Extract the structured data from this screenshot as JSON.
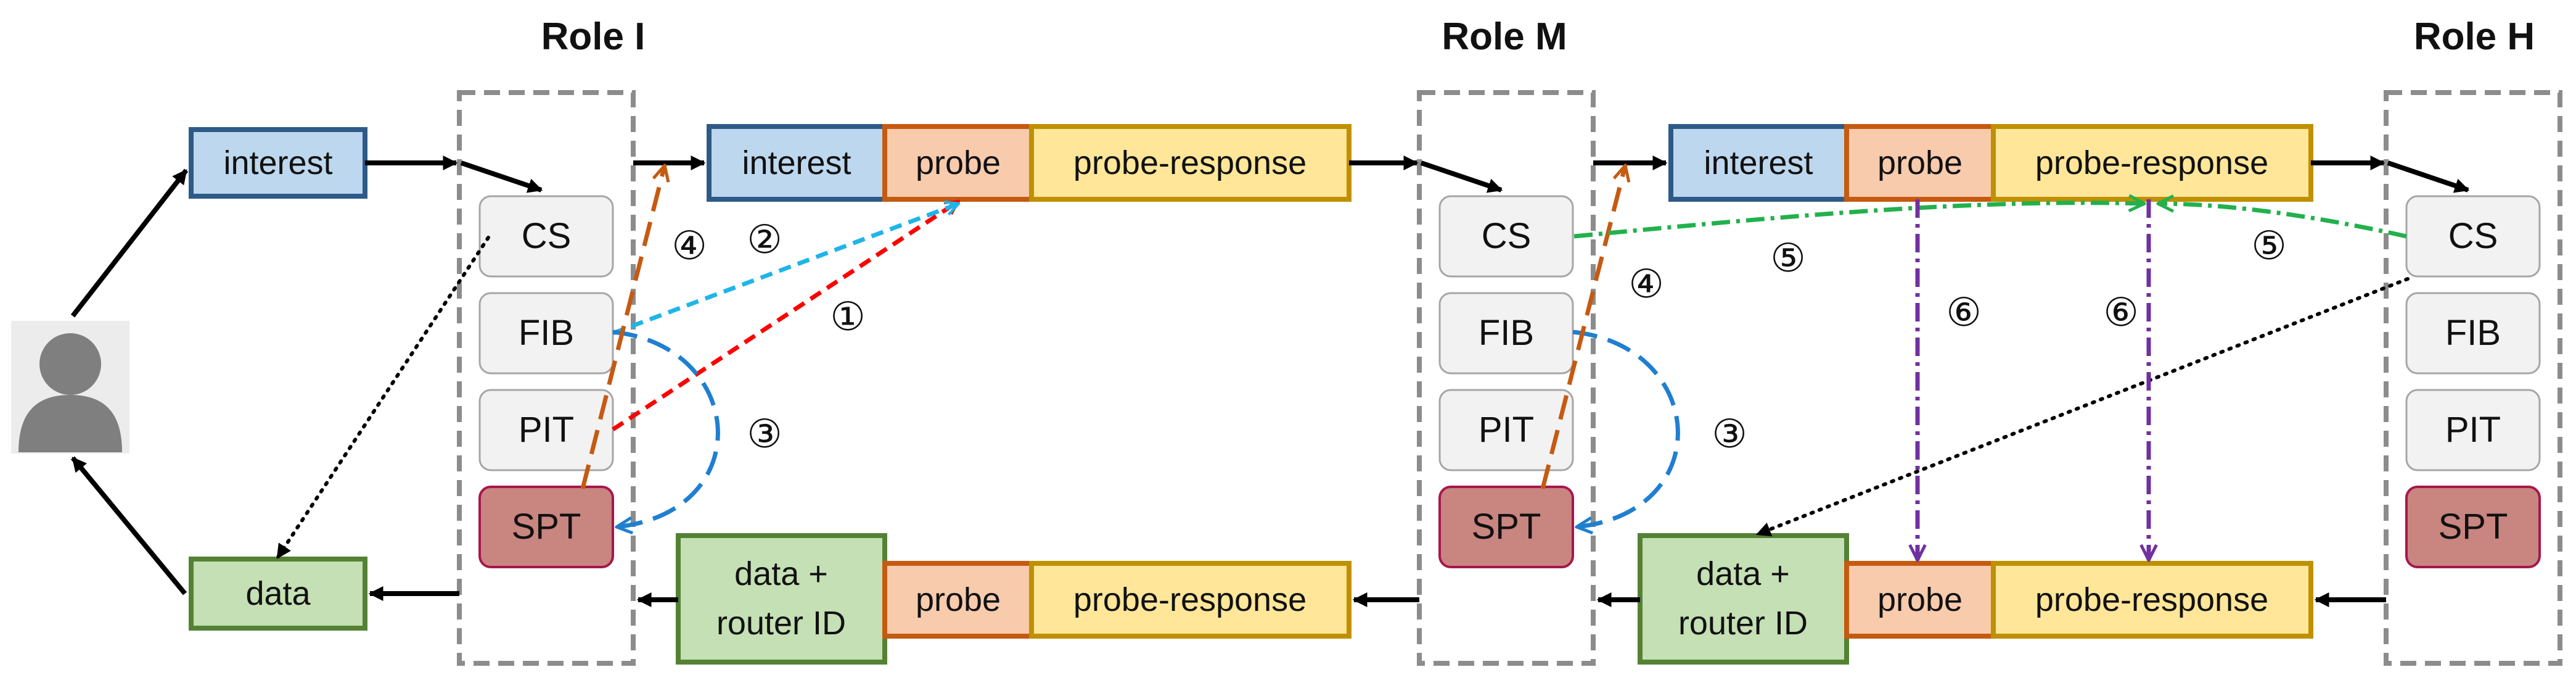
{
  "roles": {
    "i": "Role I",
    "m": "Role M",
    "h": "Role H"
  },
  "user": {
    "interest": "interest",
    "data": "data"
  },
  "tables": {
    "cs": "CS",
    "fib": "FIB",
    "pit": "PIT",
    "spt": "SPT"
  },
  "packets": {
    "interest": "interest",
    "probe": "probe",
    "probe_response": "probe-response",
    "data_line1": "data +",
    "data_line2": "router ID"
  },
  "steps": {
    "s1": "①",
    "s2": "②",
    "s3": "③",
    "s4": "④",
    "s5": "⑤",
    "s6": "⑥"
  },
  "colors": {
    "interest_fill": "#bdd7ee",
    "interest_stroke": "#2e5a88",
    "probe_fill": "#f8cbad",
    "probe_stroke": "#c55a11",
    "response_fill": "#ffe699",
    "response_stroke": "#bf9000",
    "data_fill": "#c5e0b4",
    "data_stroke": "#548235",
    "table_fill": "#f2f2f2",
    "table_stroke": "#a6a6a6",
    "spt_fill": "#c9857f",
    "spt_stroke": "#a5174d",
    "node_border": "#8c8c8c",
    "step1": "#ff0000",
    "step2": "#1fb5e8",
    "step3": "#1f7fd0",
    "step4": "#c55a11",
    "step5": "#22b14c",
    "step6": "#7030a0"
  }
}
